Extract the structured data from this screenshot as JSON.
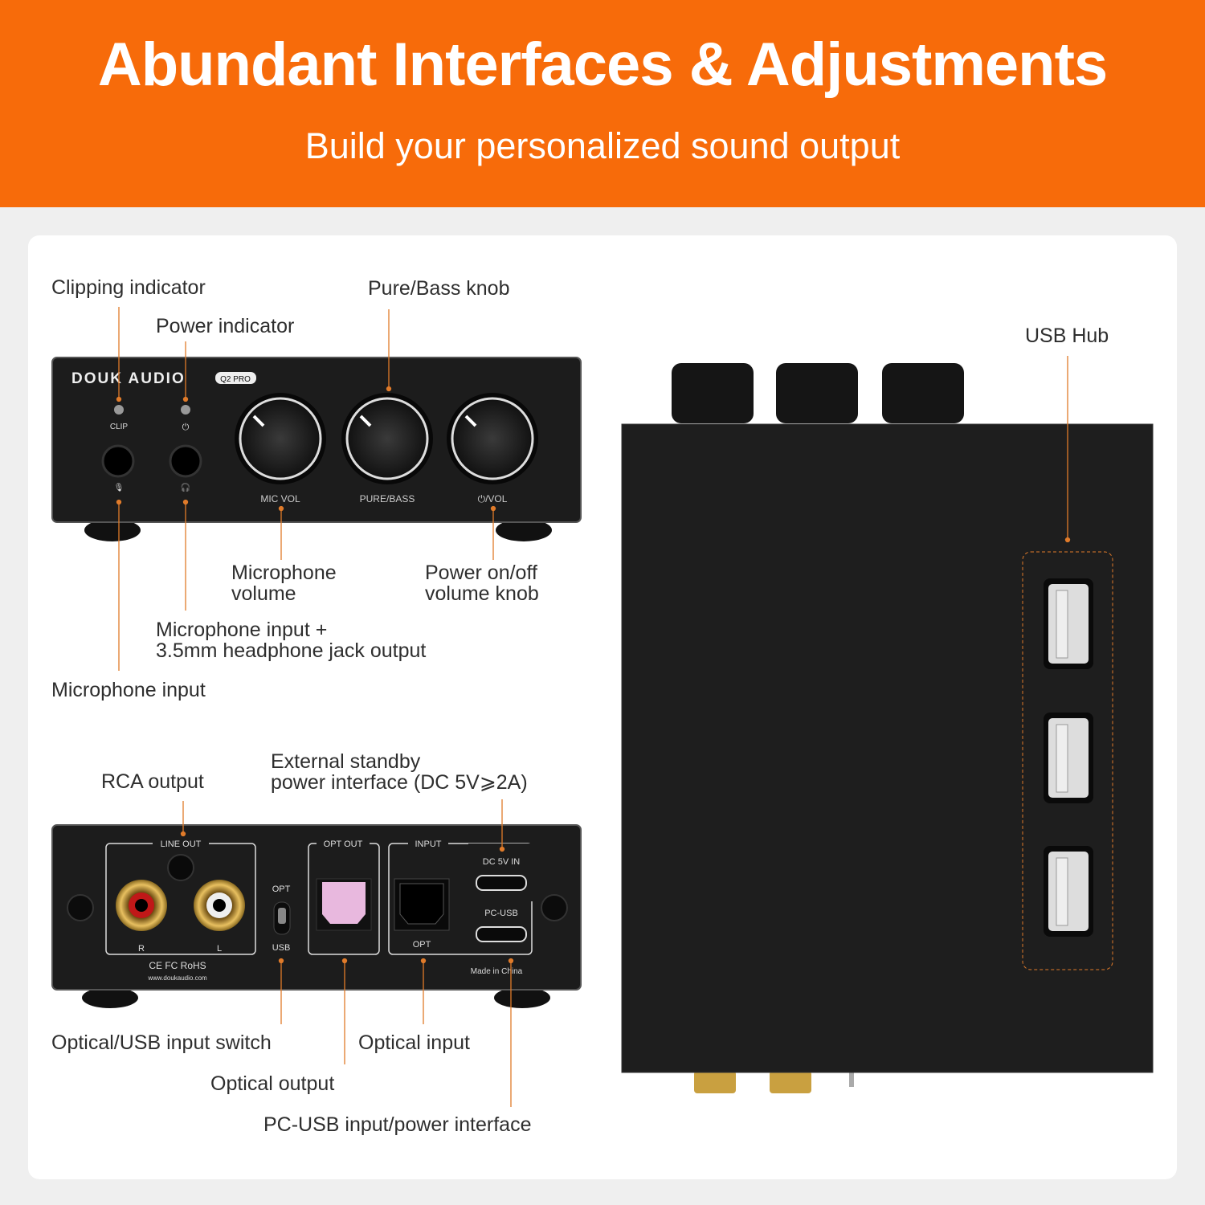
{
  "header": {
    "title": "Abundant Interfaces & Adjustments",
    "subtitle": "Build your personalized sound output"
  },
  "colors": {
    "accent": "#f76b0a",
    "leader": "#e07b2a",
    "device": "#1a1a1a"
  },
  "front_panel": {
    "brand": "DOUK AUDIO",
    "model": "Q2 PRO",
    "clip_label": "CLIP",
    "power_symbol": "⏻",
    "mic_symbol": "🎙",
    "headphone_symbol": "🎧",
    "knob_labels": [
      "MIC VOL",
      "PURE/BASS",
      "⏻/VOL"
    ]
  },
  "back_panel": {
    "line_out": "LINE OUT",
    "r": "R",
    "l": "L",
    "opt_top": "OPT",
    "usb": "USB",
    "opt_out": "OPT OUT",
    "input": "INPUT",
    "opt": "OPT",
    "dc_in": "DC 5V IN",
    "pc_usb": "PC-USB",
    "certs": "CE FC RoHS",
    "website": "www.doukaudio.com",
    "made_in": "Made in China"
  },
  "callouts": {
    "clipping_indicator": "Clipping indicator",
    "power_indicator": "Power indicator",
    "pure_bass_knob": "Pure/Bass knob",
    "usb_hub": "USB Hub",
    "mic_volume": [
      "Microphone",
      "volume"
    ],
    "power_volume": [
      "Power on/off",
      "volume knob"
    ],
    "mic_headphone": [
      "Microphone input +",
      "3.5mm headphone jack output"
    ],
    "mic_input": "Microphone input",
    "rca_output": "RCA output",
    "external_power": [
      "External standby",
      "power interface (DC 5V⩾2A)"
    ],
    "switch": "Optical/USB input switch",
    "optical_input": "Optical input",
    "optical_output": "Optical output",
    "pc_usb": "PC-USB input/power interface"
  }
}
